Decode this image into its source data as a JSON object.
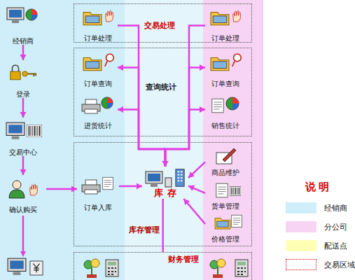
{
  "diagram": {
    "nodes": [
      {
        "text": [
          "经销商"
        ]
      },
      {
        "text": [
          "登录"
        ]
      },
      {
        "text": [
          "交易中心"
        ]
      },
      {
        "text": [
          "确认购买"
        ]
      },
      {
        "text": [
          "交易处理"
        ]
      },
      {
        "text": [
          "订单处理"
        ],
        "in": 4
      },
      {
        "text": [
          "订单处理"
        ],
        "in": 4
      },
      {
        "text": [
          "查询统计"
        ]
      },
      {
        "text": [
          "订单查询"
        ],
        "in": 7
      },
      {
        "text": [
          "订单查询"
        ],
        "in": 7
      },
      {
        "text": [
          "进货统计"
        ],
        "in": 7
      },
      {
        "text": [
          "销售统计"
        ],
        "in": 7
      },
      {
        "text": [
          "库存管理"
        ]
      },
      {
        "text": [
          "订单入库"
        ],
        "in": 12
      },
      {
        "text": [
          "库存"
        ],
        "in": 12
      },
      {
        "text": [
          "商品维护"
        ],
        "in": 12
      },
      {
        "text": [
          "货单管理"
        ],
        "in": 12
      },
      {
        "text": [
          "价格管理"
        ],
        "in": 12
      },
      {
        "text": [
          "财务管理"
        ]
      }
    ],
    "edges": [
      {
        "from": 0,
        "to": 1,
        "arrow": "to"
      },
      {
        "from": 1,
        "to": 2,
        "arrow": "to"
      },
      {
        "from": 2,
        "to": 3,
        "arrow": "to"
      },
      {
        "from": 3,
        "to": 13,
        "arrow": "to"
      },
      {
        "from": 13,
        "to": 14,
        "arrow": "to"
      },
      {
        "from": 15,
        "to": 14,
        "arrow": "to"
      },
      {
        "from": 16,
        "to": 14,
        "arrow": "to"
      },
      {
        "from": 17,
        "to": 14,
        "arrow": "to"
      },
      {
        "from": 5,
        "to": 14,
        "arrow": "to"
      },
      {
        "from": 6,
        "to": 14,
        "arrow": "to"
      },
      {
        "from": 14,
        "to": 8,
        "arrow": "to"
      },
      {
        "from": 14,
        "to": 10,
        "arrow": "to"
      },
      {
        "from": 14,
        "to": 9,
        "arrow": "to"
      },
      {
        "from": 14,
        "to": 11,
        "arrow": "to"
      },
      {
        "from": 14,
        "to": 18,
        "arrow": "none"
      }
    ],
    "labels": [
      "说明"
    ],
    "legend": [
      {
        "text": "经销商",
        "color": "#cfeef9"
      },
      {
        "text": "分公司",
        "color": "#f7d4f3"
      },
      {
        "text": "配送点",
        "color": "#ffffb3"
      },
      {
        "text": "交易区域"
      }
    ]
  }
}
